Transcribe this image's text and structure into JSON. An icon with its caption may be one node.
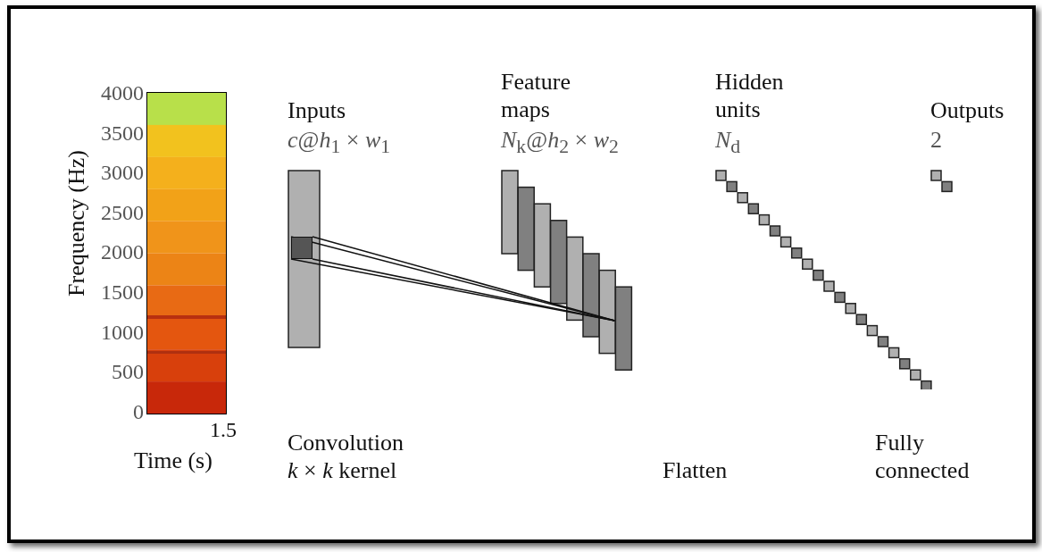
{
  "diagram": {
    "nodes": [
      {
        "text": [
          "Inputs",
          "*c*@*h*$_{1}$ × *w*$_{1}$"
        ]
      },
      {
        "text": [],
        "shape": "box",
        "in": 0
      },
      {
        "text": [
          "Feature maps",
          "*N*$_{k}$@*h*$_{2}$ × *w*$_{2}$"
        ]
      },
      {
        "text": [
          "Hidden units",
          "*N*$_{d}$"
        ]
      },
      {
        "text": [
          "Outputs",
          "2"
        ]
      }
    ],
    "edges": [
      {
        "from": 1,
        "to": 2,
        "arrow": "none"
      },
      {
        "from": 1,
        "to": 2,
        "arrow": "none"
      },
      {
        "from": 1,
        "to": 2,
        "arrow": "none"
      },
      {
        "from": 1,
        "to": 2,
        "arrow": "none"
      }
    ],
    "labels": [
      "4000",
      "3500",
      "3000",
      "2500",
      "2000",
      "1500",
      "1000",
      "500",
      "0",
      "1.5",
      "Frequency (Hz)",
      "Time (s)",
      "Convolution",
      "*k* × *k* kernel",
      "Flatten",
      "Fully connected"
    ]
  }
}
